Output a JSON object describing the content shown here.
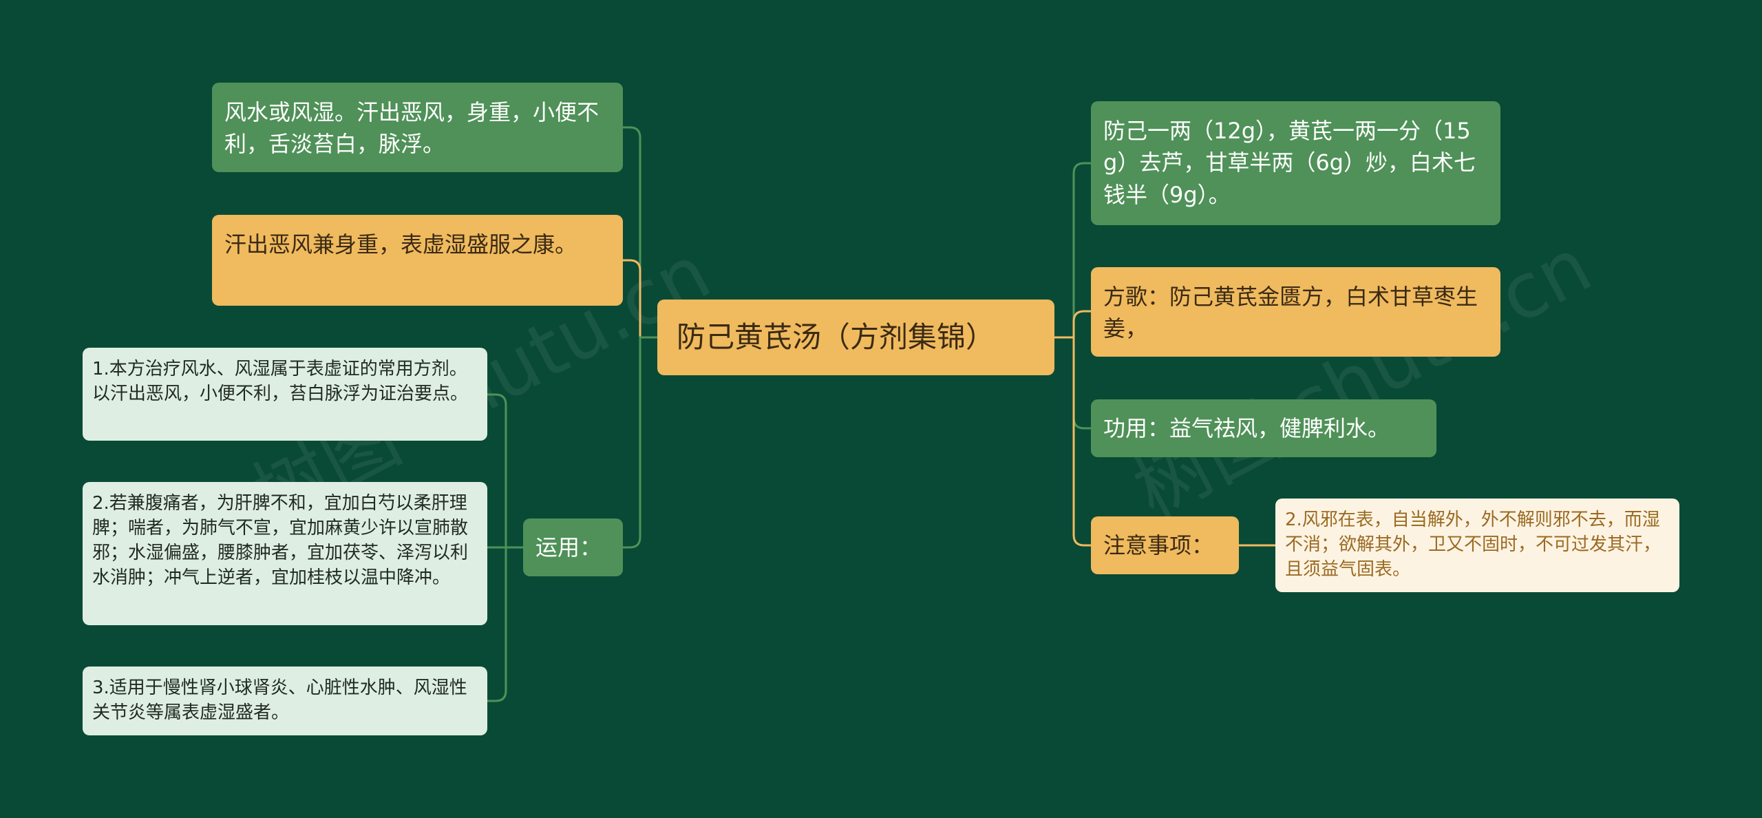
{
  "colors": {
    "background": "#094a36",
    "green_node": "#4f9158",
    "orange_node": "#f0ba5e",
    "pale_node": "#dfeee2",
    "cream_node": "#fdf3e2",
    "green_link": "#4f9158",
    "orange_link": "#f0ba5e"
  },
  "root": {
    "text": "防己黄芪汤（方剂集锦）"
  },
  "left": {
    "indications": "风水或风湿。汗出恶风，身重，小便不利，舌淡苔白，脉浮。",
    "pathogenesis": "汗出恶风兼身重，表虚湿盛服之康。",
    "usage_label": "运用：",
    "usage_items": [
      "1.本方治疗风水、风湿属于表虚证的常用方剂。以汗出恶风，小便不利，苔白脉浮为证治要点。",
      "2.若兼腹痛者，为肝脾不和，宜加白芍以柔肝理脾；喘者，为肺气不宣，宜加麻黄少许以宣肺散邪；水湿偏盛，腰膝肿者，宜加茯苓、泽泻以利水消肿；冲气上逆者，宜加桂枝以温中降冲。",
      "3.适用于慢性肾小球肾炎、心脏性水肿、风湿性关节炎等属表虚湿盛者。"
    ]
  },
  "right": {
    "composition": "防己一两（12g），黄芪一两一分（15g）去芦，甘草半两（6g）炒，白术七钱半（9g）。",
    "formula_song": "方歌：防己黄芪金匮方，白术甘草枣生姜，",
    "function": "功用：益气祛风，健脾利水。",
    "notes_label": "注意事项：",
    "notes_item": "2.风邪在表，自当解外，外不解则邪不去，而湿不消；欲解其外，卫又不固时，不可过发其汗，且须益气固表。"
  },
  "watermarks": [
    "树图 shutu.cn",
    "树图 shutu.cn"
  ]
}
